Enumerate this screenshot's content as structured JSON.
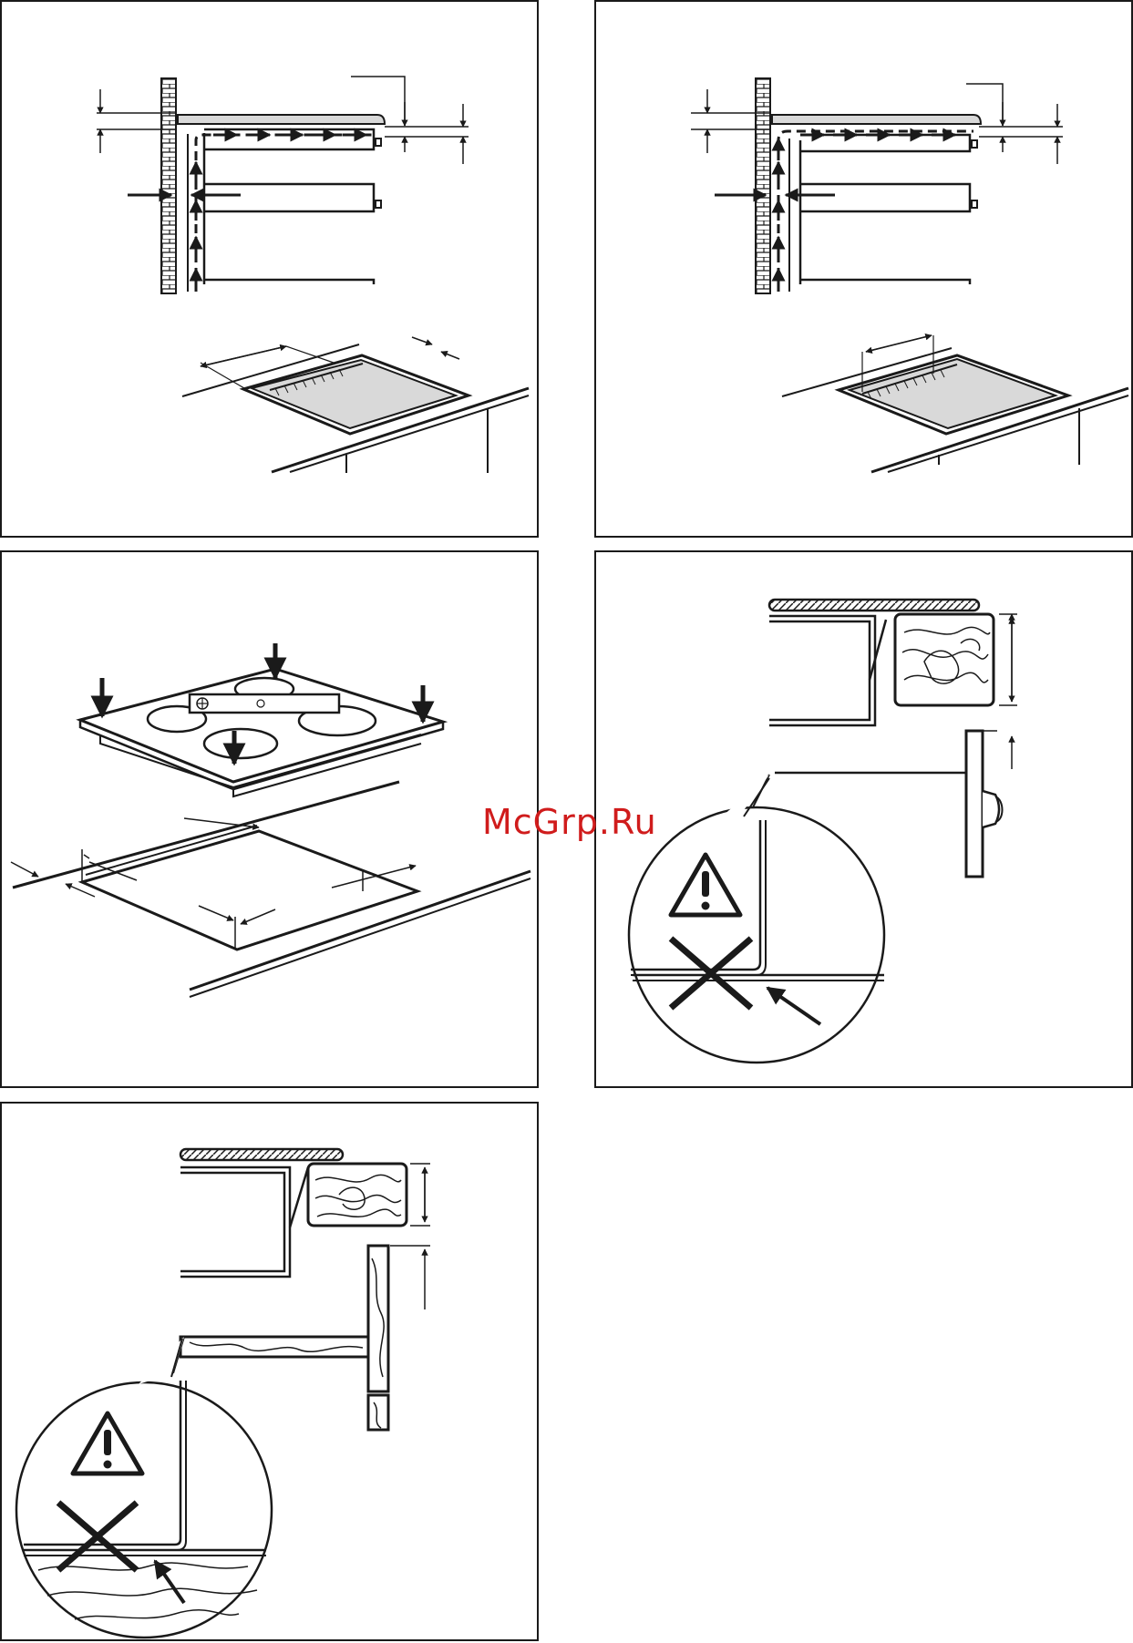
{
  "page": {
    "watermark": "McGrp.Ru",
    "colors": {
      "line": "#1a1a1a",
      "watermark": "#d01c1c",
      "panel_bg": "#ffffff",
      "glass": "#d9d9d9",
      "brick": "#9a9a9a"
    }
  },
  "panels": [
    {
      "id": "ventilation-with-gap",
      "icons": [
        "wall-icon",
        "airflow-arrow-icon",
        "dimension-arrow-icon",
        "worktop-cutout-icon"
      ]
    },
    {
      "id": "ventilation-with-vent-strip",
      "icons": [
        "wall-icon",
        "airflow-arrow-icon",
        "dimension-arrow-icon",
        "worktop-cutout-icon"
      ]
    },
    {
      "id": "hob-placement",
      "icons": [
        "hob-icon",
        "spirit-level-icon",
        "press-down-arrow-icon",
        "cutout-dimension-icon"
      ]
    },
    {
      "id": "drawer-clearance-warning",
      "icons": [
        "warning-triangle-icon",
        "cross-icon",
        "pointer-arrow-icon",
        "wood-grain-icon"
      ]
    },
    {
      "id": "shelf-clearance-warning",
      "icons": [
        "warning-triangle-icon",
        "cross-icon",
        "pointer-arrow-icon",
        "wood-grain-icon"
      ]
    }
  ]
}
